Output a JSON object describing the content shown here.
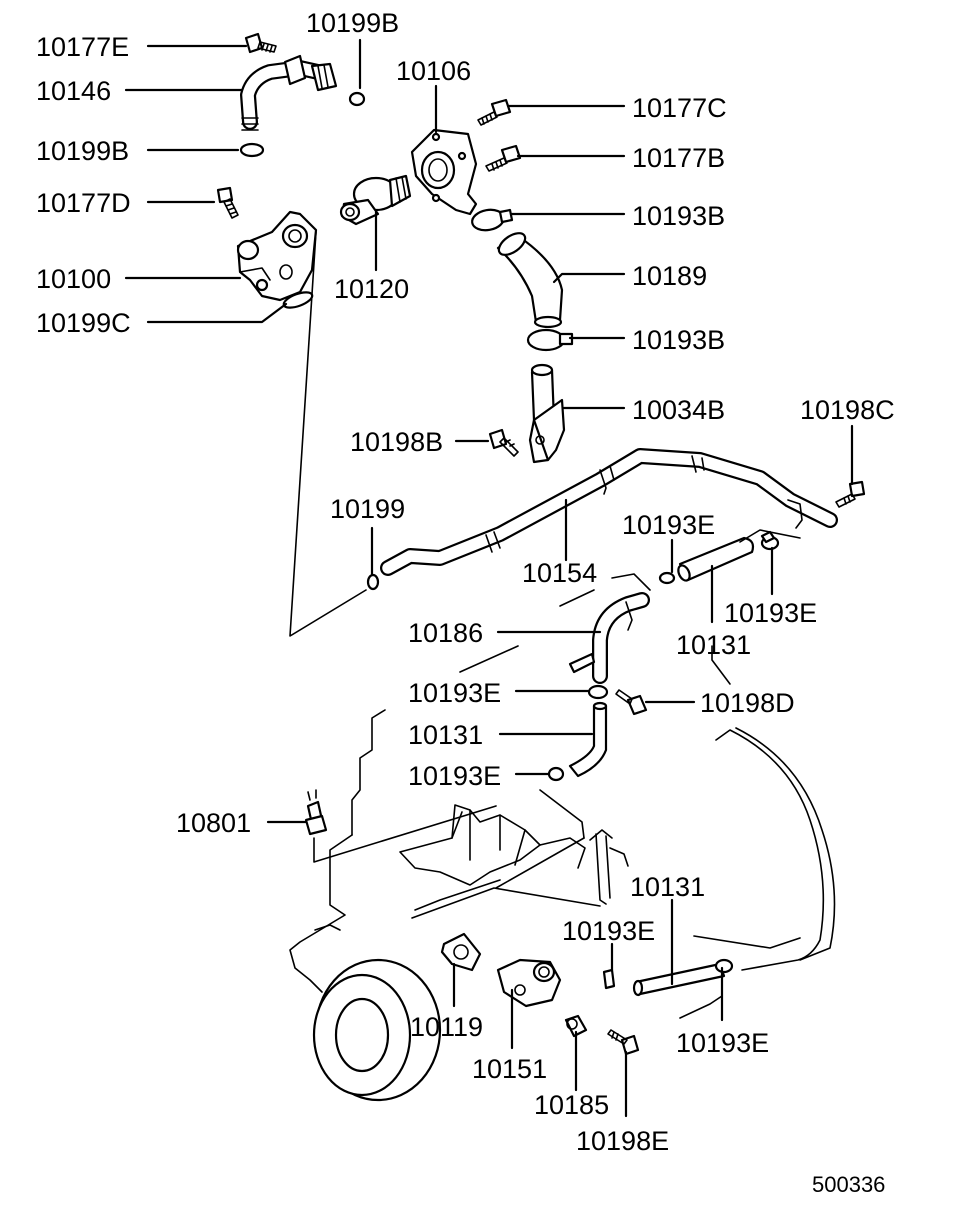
{
  "diagram": {
    "reference_number": "500336",
    "labels": [
      {
        "id": "l-10177E",
        "text": "10177E"
      },
      {
        "id": "l-10199B-top",
        "text": "10199B"
      },
      {
        "id": "l-10146",
        "text": "10146"
      },
      {
        "id": "l-10106",
        "text": "10106"
      },
      {
        "id": "l-10177C",
        "text": "10177C"
      },
      {
        "id": "l-10199B-mid",
        "text": "10199B"
      },
      {
        "id": "l-10177B",
        "text": "10177B"
      },
      {
        "id": "l-10177D",
        "text": "10177D"
      },
      {
        "id": "l-10193B-1",
        "text": "10193B"
      },
      {
        "id": "l-10100",
        "text": "10100"
      },
      {
        "id": "l-10120",
        "text": "10120"
      },
      {
        "id": "l-10189",
        "text": "10189"
      },
      {
        "id": "l-10199C",
        "text": "10199C"
      },
      {
        "id": "l-10193B-2",
        "text": "10193B"
      },
      {
        "id": "l-10034B",
        "text": "10034B"
      },
      {
        "id": "l-10198C",
        "text": "10198C"
      },
      {
        "id": "l-10198B",
        "text": "10198B"
      },
      {
        "id": "l-10199",
        "text": "10199"
      },
      {
        "id": "l-10193E-1",
        "text": "10193E"
      },
      {
        "id": "l-10154",
        "text": "10154"
      },
      {
        "id": "l-10193E-2",
        "text": "10193E"
      },
      {
        "id": "l-10186",
        "text": "10186"
      },
      {
        "id": "l-10131-1",
        "text": "10131"
      },
      {
        "id": "l-10193E-3",
        "text": "10193E"
      },
      {
        "id": "l-10198D",
        "text": "10198D"
      },
      {
        "id": "l-10131-2",
        "text": "10131"
      },
      {
        "id": "l-10193E-4",
        "text": "10193E"
      },
      {
        "id": "l-10801",
        "text": "10801"
      },
      {
        "id": "l-10131-3",
        "text": "10131"
      },
      {
        "id": "l-10193E-5",
        "text": "10193E"
      },
      {
        "id": "l-10119",
        "text": "10119"
      },
      {
        "id": "l-10193E-6",
        "text": "10193E"
      },
      {
        "id": "l-10151",
        "text": "10151"
      },
      {
        "id": "l-10185",
        "text": "10185"
      },
      {
        "id": "l-10198E",
        "text": "10198E"
      }
    ]
  }
}
